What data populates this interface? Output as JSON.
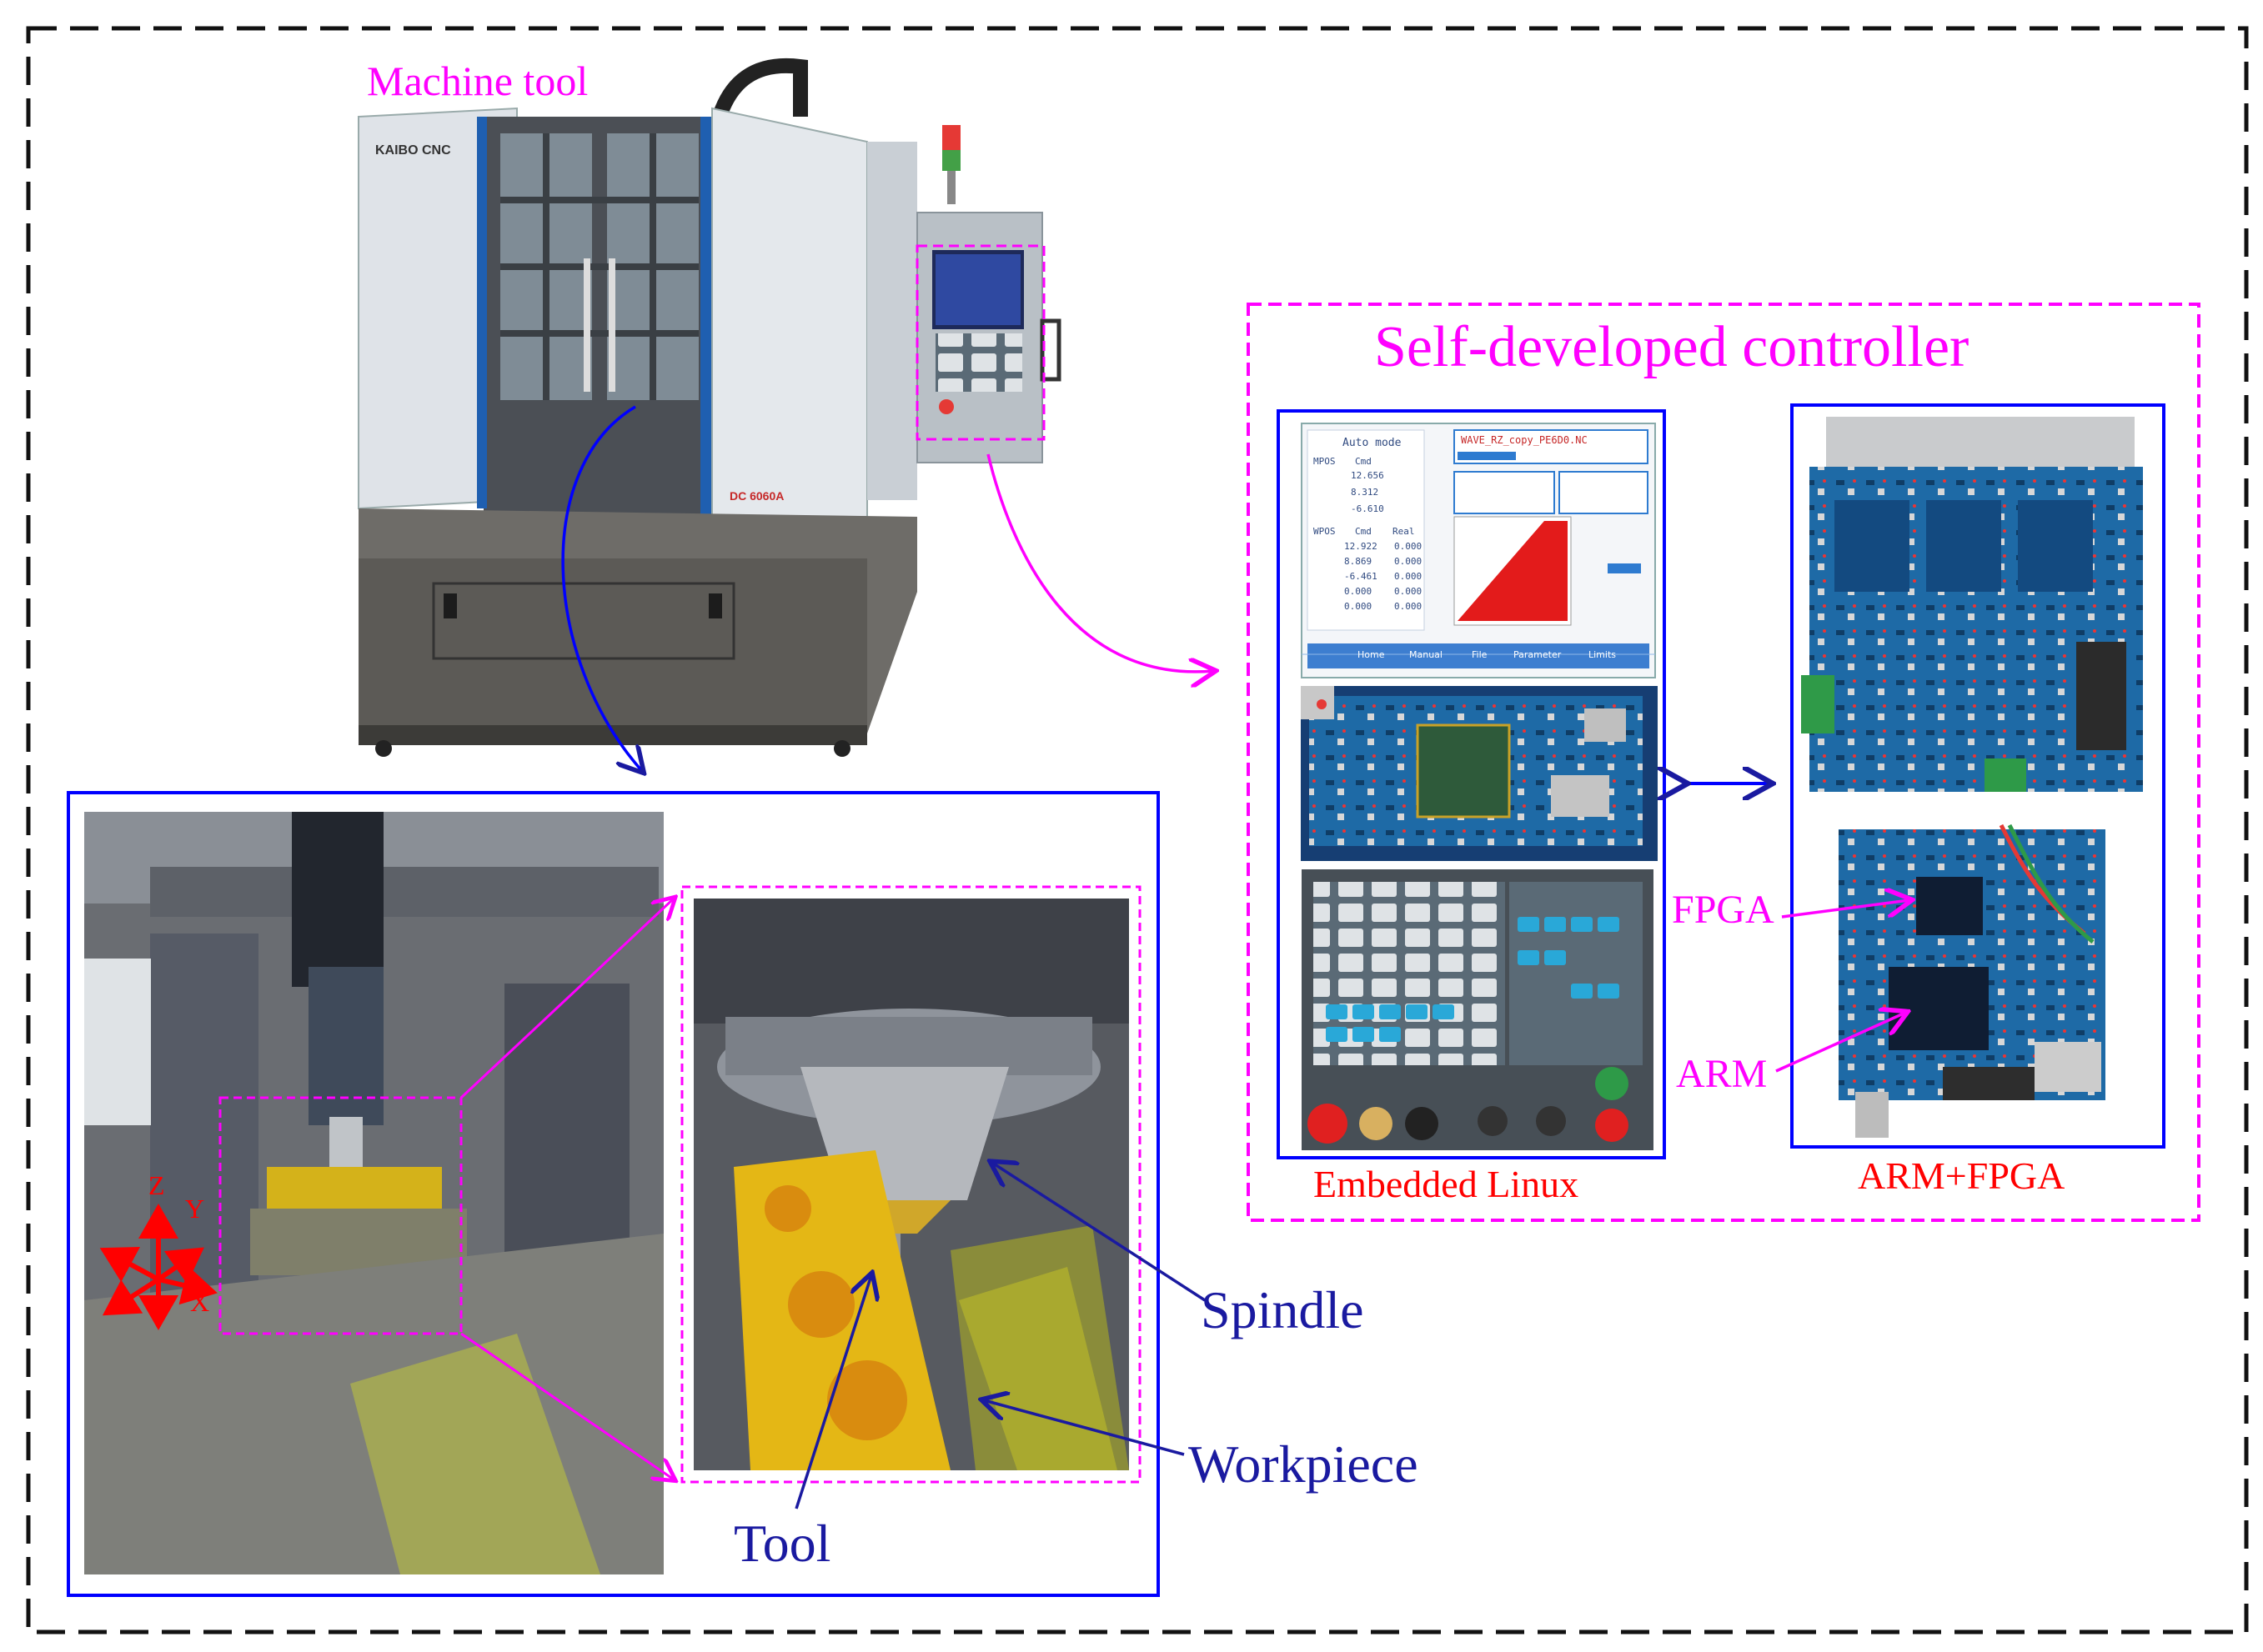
{
  "labels": {
    "machine_tool": "Machine tool",
    "controller_title": "Self-developed controller",
    "embedded_linux": "Embedded Linux",
    "arm_fpga": "ARM+FPGA",
    "fpga": "FPGA",
    "arm": "ARM",
    "spindle": "Spindle",
    "workpiece": "Workpiece",
    "tool": "Tool"
  },
  "axes": {
    "z": "Z",
    "y": "Y",
    "x": "X"
  },
  "machine": {
    "brand": "KAIBO CNC",
    "model": "DC 6060A"
  },
  "screen": {
    "mode": "Auto mode",
    "file": "WAVE_RZ_copy_PE6D0.NC",
    "mpos_header": [
      "MPOS",
      "Cmd"
    ],
    "mpos_values": [
      "12.656",
      "8.312",
      "-6.610"
    ],
    "wpos_header": [
      "WPOS",
      "Cmd",
      "Real"
    ],
    "wpos_rows": [
      [
        "12.922",
        "0.000"
      ],
      [
        "8.869",
        "0.000"
      ],
      [
        "-6.461",
        "0.000"
      ],
      [
        "0.000",
        "0.000"
      ],
      [
        "0.000",
        "0.000"
      ]
    ],
    "buttons": [
      "Home",
      "Manual",
      "File",
      "Parameter",
      "Limits"
    ]
  },
  "colors": {
    "magenta": "#ff00ff",
    "blue": "#0000ff",
    "dark_blue": "#1a1aa0",
    "red_text": "#ff0000",
    "frame": "#111111"
  }
}
